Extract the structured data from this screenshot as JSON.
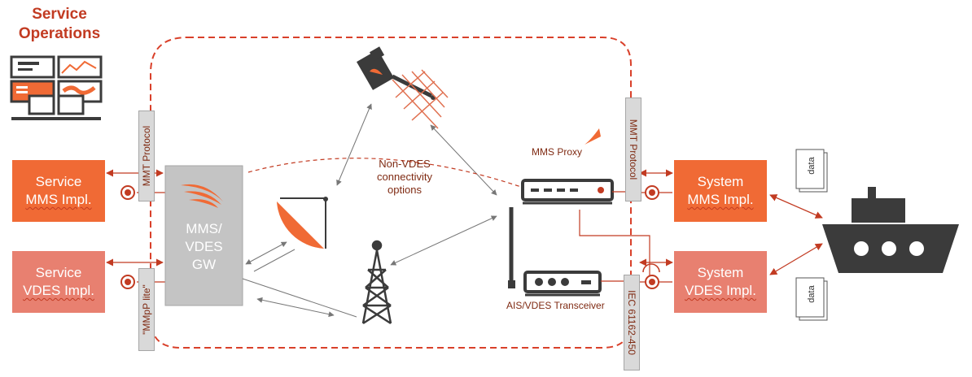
{
  "title": {
    "line1": "Service",
    "line2": "Operations"
  },
  "left_boxes": {
    "service_mms": {
      "line1": "Service",
      "line2": "MMS Impl."
    },
    "service_vdes": {
      "line1": "Service",
      "line2": "VDES Impl."
    }
  },
  "gateway": {
    "line1": "MMS/",
    "line2": "VDES",
    "line3": "GW"
  },
  "protocol_tags": {
    "left_top": "MMT Protocol",
    "left_bottom": "\"MMpP lite\"",
    "right_top": "MMT Protocol",
    "right_bottom": "IEC 61162-450"
  },
  "connectivity": {
    "line1": "Non-VDES",
    "line2": "connectivity",
    "line3": "options"
  },
  "devices": {
    "mms_proxy": "MMS Proxy",
    "transceiver": "AIS/VDES Transceiver"
  },
  "right_boxes": {
    "system_mms": {
      "line1": "System",
      "line2": "MMS Impl."
    },
    "system_vdes": {
      "line1": "System",
      "line2": "VDES Impl."
    }
  },
  "data_docs": {
    "top": "data",
    "bottom": "data"
  },
  "colors": {
    "accent": "#f06a35",
    "light_accent": "#e88070",
    "dark_red": "#c23b22",
    "gray_box": "#c4c4c4",
    "dark_gray": "#3b3b3b"
  },
  "icons": {
    "dashboard": "monitor-dashboard-icon",
    "satellite": "satellite-icon",
    "dish": "satellite-dish-icon",
    "tower": "radio-tower-icon",
    "ship": "ship-icon",
    "logo": "swoosh-logo-icon"
  }
}
